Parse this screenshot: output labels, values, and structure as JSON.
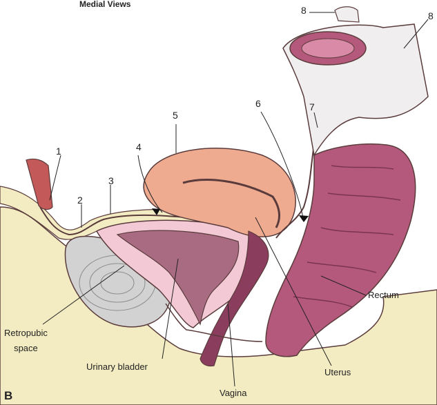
{
  "header": "Medial Views",
  "panel_letter": "B",
  "numbers": {
    "n1": "1",
    "n2": "2",
    "n3": "3",
    "n4": "4",
    "n5": "5",
    "n6": "6",
    "n7": "7",
    "n8a": "8",
    "n8b": "8"
  },
  "labels": {
    "retropubic": "Retropubic\nspace",
    "bladder": "Urinary bladder",
    "vagina": "Vagina",
    "uterus": "Uterus",
    "rectum": "Rectum"
  },
  "colors": {
    "outline": "#5a3b3b",
    "bone": "#f3ecc2",
    "peritoneum": "#f1eef0",
    "uterus": "#eeab90",
    "bladder_wall": "#f3c9d6",
    "bladder_lumen": "#a96b82",
    "rectum": "#b4597c",
    "vagina": "#8b3d5e",
    "pubis": "#d2d2d2",
    "muscle": "#c4595a"
  }
}
